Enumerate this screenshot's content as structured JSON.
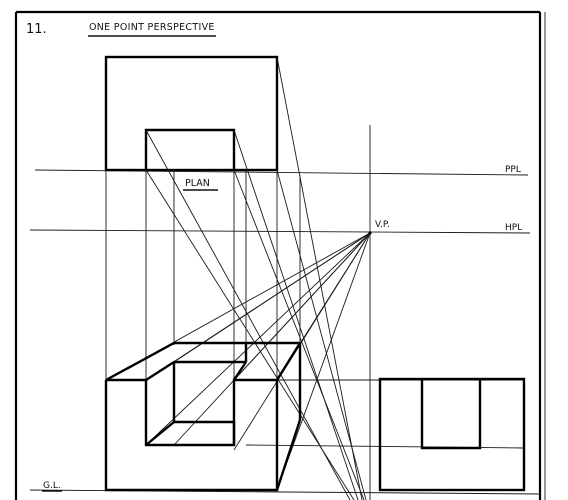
{
  "sheet": {
    "number": "11.",
    "title": "ONE POINT PERSPECTIVE"
  },
  "labels": {
    "plan": "PLAN",
    "vp": "V.P.",
    "ppl": "PPL",
    "hpl": "HPL",
    "gl": "G.L."
  }
}
